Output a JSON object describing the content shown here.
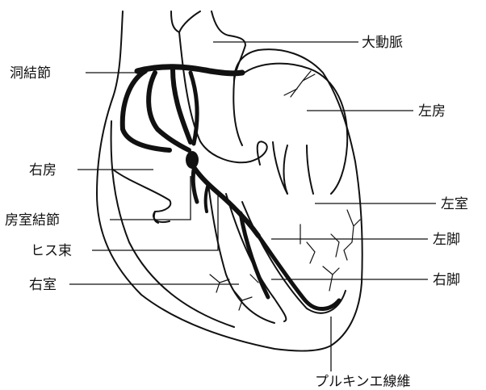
{
  "labels": {
    "sa_node": "洞結節",
    "aorta": "大動脈",
    "left_atrium": "左房",
    "right_atrium": "右房",
    "left_ventricle": "左室",
    "av_node": "房室結節",
    "left_bundle": "左脚",
    "his_bundle": "ヒス束",
    "right_ventricle": "右室",
    "right_bundle": "右脚",
    "purkinje": "プルキンエ線維"
  }
}
